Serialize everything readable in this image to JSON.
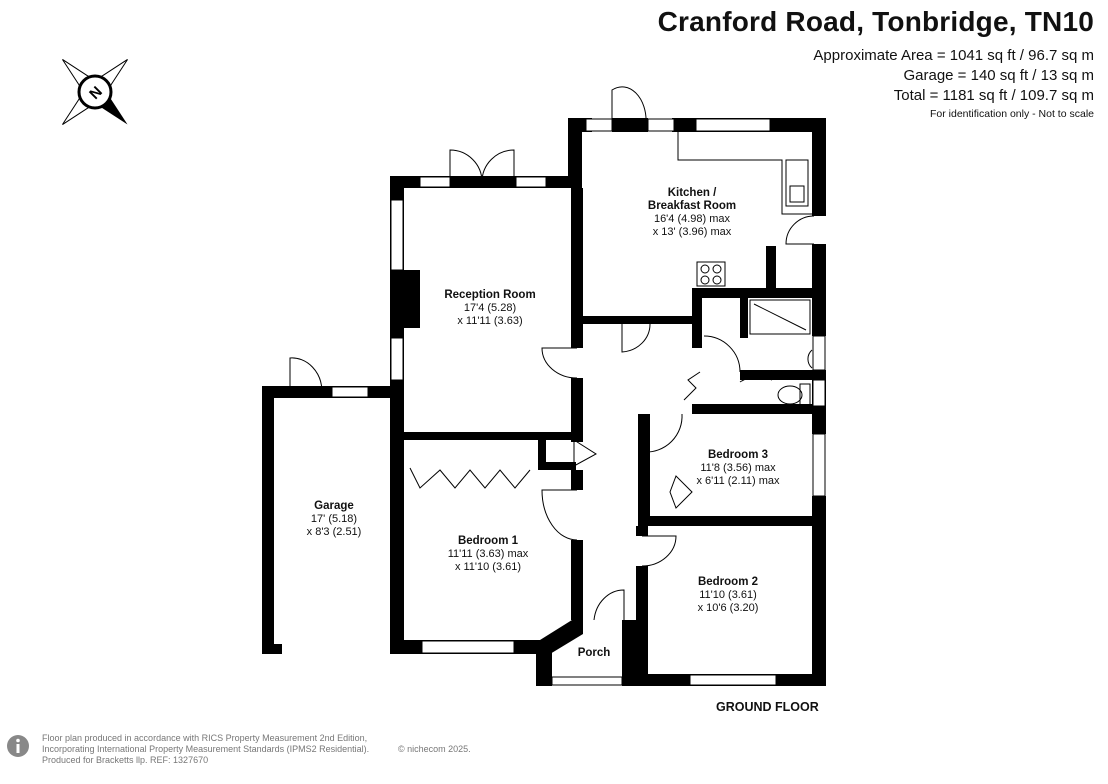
{
  "header": {
    "title": "Cranford Road, Tonbridge, TN10",
    "approx_area": "Approximate Area = 1041 sq ft / 96.7 sq m",
    "garage_area": "Garage = 140 sq ft / 13 sq m",
    "total_area": "Total = 1181 sq ft / 109.7 sq m",
    "note": "For identification only - Not to scale"
  },
  "rooms": {
    "kitchen": {
      "name_line1": "Kitchen /",
      "name_line2": "Breakfast Room",
      "dim1": "16'4 (4.98) max",
      "dim2": "x 13' (3.96) max"
    },
    "reception": {
      "name": "Reception Room",
      "dim1": "17'4 (5.28)",
      "dim2": "x 11'11 (3.63)"
    },
    "bedroom3": {
      "name": "Bedroom 3",
      "dim1": "11'8 (3.56) max",
      "dim2": "x 6'11 (2.11) max"
    },
    "garage": {
      "name": "Garage",
      "dim1": "17' (5.18)",
      "dim2": "x 8'3 (2.51)"
    },
    "bedroom1": {
      "name": "Bedroom 1",
      "dim1": "11'11 (3.63) max",
      "dim2": "x 11'10 (3.61)"
    },
    "bedroom2": {
      "name": "Bedroom 2",
      "dim1": "11'10 (3.61)",
      "dim2": "x 10'6 (3.20)"
    },
    "porch": {
      "name": "Porch"
    }
  },
  "floor_label": "GROUND FLOOR",
  "footer": {
    "line1": "Floor plan produced in accordance with RICS Property Measurement 2nd Edition,",
    "line2": "Incorporating International Property Measurement Standards (IPMS2 Residential).",
    "line3": "Produced for Bracketts llp.   REF:  1327670",
    "copyright": "© nichecom 2025."
  },
  "compass": {
    "letter": "N"
  },
  "colors": {
    "wall": "#000000",
    "window": "#ffffff",
    "text": "#111111",
    "footer_text": "#777777"
  }
}
